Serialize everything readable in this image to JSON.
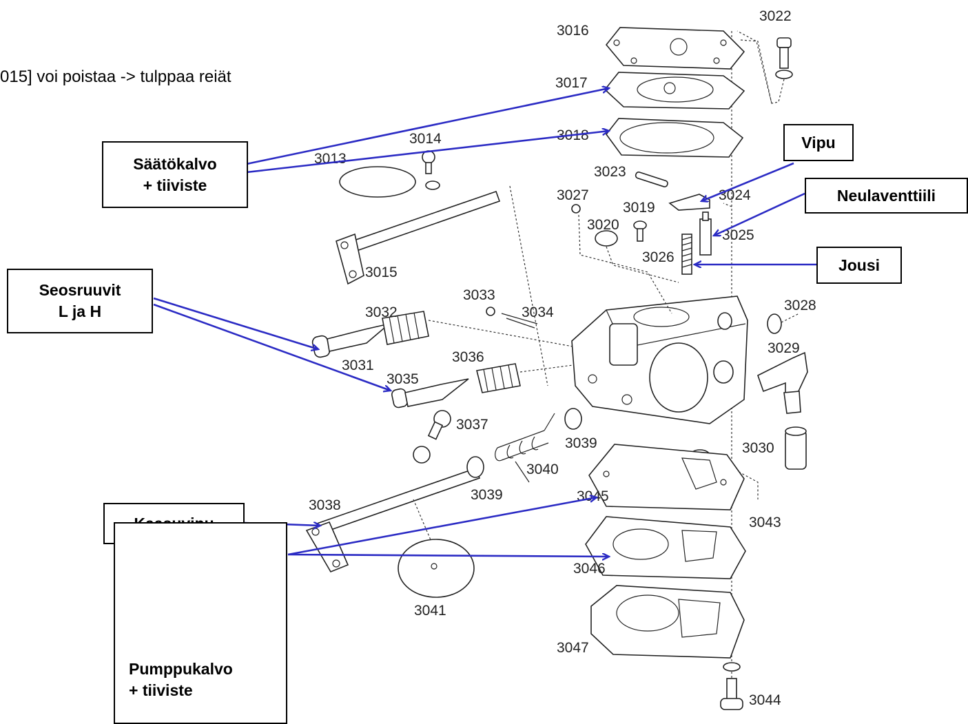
{
  "note": "015] voi poistaa -> tulppaa reiät",
  "callouts": {
    "saatokalvo": [
      "Säätökalvo",
      "+ tiiviste"
    ],
    "vipu": "Vipu",
    "neulaventtiili": "Neulaventtiili",
    "jousi": "Jousi",
    "seosruuvit": [
      "Seosruuvit",
      "L ja H"
    ],
    "kaasuvipu": "Kaasuvipu",
    "pumppukalvo": [
      "Pumppukalvo",
      "+ tiiviste"
    ]
  },
  "part_numbers": {
    "p3013": "3013",
    "p3014": "3014",
    "p3015": "3015",
    "p3016": "3016",
    "p3017": "3017",
    "p3018": "3018",
    "p3019": "3019",
    "p3020": "3020",
    "p3022": "3022",
    "p3023": "3023",
    "p3024": "3024",
    "p3025": "3025",
    "p3026": "3026",
    "p3027": "3027",
    "p3028": "3028",
    "p3029": "3029",
    "p3030": "3030",
    "p3031": "3031",
    "p3032": "3032",
    "p3033": "3033",
    "p3034": "3034",
    "p3035": "3035",
    "p3036": "3036",
    "p3037": "3037",
    "p3038": "3038",
    "p3039a": "3039",
    "p3039b": "3039",
    "p3040": "3040",
    "p3041": "3041",
    "p3043": "3043",
    "p3044": "3044",
    "p3045": "3045",
    "p3046": "3046",
    "p3047": "3047"
  },
  "colors": {
    "arrow": "#2b2bc4",
    "line": "#222222",
    "box_border": "#000000"
  }
}
